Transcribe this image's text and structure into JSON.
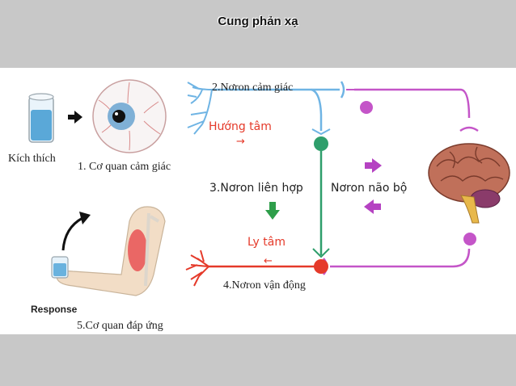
{
  "title": "Cung phản xạ",
  "labels": {
    "stimulus": "Kích thích",
    "sense_organ": "1. Cơ quan cảm giác",
    "sensory_neuron": "2.Nơron cảm giác",
    "afferent": "Hướng tâm",
    "afferent_arrow": "→",
    "interneuron": "3.Nơron liên hợp",
    "brain_neuron": "Nơron não bộ",
    "efferent": "Ly tâm",
    "efferent_arrow": "←",
    "motor_neuron": "4.Nơron vận động",
    "response": "Response",
    "effector": "5.Cơ quan đáp ứng"
  },
  "colors": {
    "sensory": "#6fb4e4",
    "motor": "#e53a2a",
    "inter": "#2e9e6b",
    "brain_path": "#c455c8",
    "arrow_green": "#2e9e4a",
    "arrow_purple": "#b542c2"
  }
}
